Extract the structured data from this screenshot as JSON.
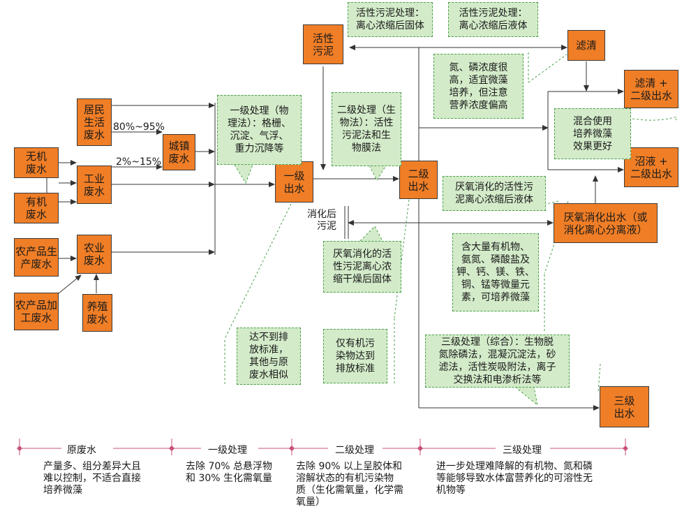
{
  "nodes": {
    "wuji": "无机\n废水",
    "youji": "有机\n废水",
    "jumin": "居民\n生活\n废水",
    "gongye": "工业\n废水",
    "chengzhen": "城镇\n废水",
    "ncp_sheng": "农产品生\n产废水",
    "ncp_jia": "农产品加\n工废水",
    "nongye": "农业\n废水",
    "yangzhi": "养殖\n废水",
    "yiji": "一级\n出水",
    "erji": "二级\n出水",
    "huoxing": "活性\n污泥",
    "lvqing": "滤清",
    "lvqing_erji": "滤清 +\n二级出水",
    "zhaoye_erji": "沼液 +\n二级出水",
    "yanyang": "厌氧消化出水（或\n消化离心分离液）",
    "sanji": "三级\n出水"
  },
  "notes": {
    "huoxing_solid": "活性污泥处理：\n离心浓缩后固体",
    "huoxing_liquid": "活性污泥处理：\n离心浓缩后液体",
    "danlin": "氮、磷浓度很\n高，适宜微藻\n培养，但注意\n营养浓度偏高",
    "hunhe": "混合使用\n培养微藻\n效果更好",
    "yiji_treat": "一级处理（物\n理法）：格栅、\n沉淀、气浮、\n重力沉降等",
    "erji_treat": "二级处理（生\n物法）：活性\n污泥法和生\n物膜法",
    "yanyang_liquid": "厌氧消化的活性污\n泥离心浓缩后液体",
    "yanyang_solid": "厌氧消化的活\n性污泥离心浓\n缩干燥后固体",
    "nutrients": "含大量有机物、\n氨氮、磷酸盐及\n钾、钙、镁、铁、\n铜、锰等微量元\n素，可培养微藻",
    "not_standard": "达不到排\n放标准，\n其他与原\n废水相似",
    "organic_only": "仅有机污\n染物达到\n排放标准",
    "sanji_treat": "三级处理（综合）：生物脱\n氮除磷法，混凝沉淀法，砂\n滤法，活性炭吸附法，离子\n交换法和电渗析法等"
  },
  "labels": {
    "pct1": "80%~95%",
    "pct2": "2%~15%",
    "sludge": "消化后\n污泥"
  },
  "stages": {
    "s1": "原废水",
    "s2": "一级处理",
    "s3": "二级处理",
    "s4": "三级处理"
  },
  "descriptions": {
    "d1": "产量多、组分差异大且\n难以控制，不适合直接\n培养微藻",
    "d2": "去除 70% 总悬浮物\n和 30% 生化需氧量",
    "d3": "去除 90% 以上呈胶体和\n溶解状态的有机污染物\n质（生化需氧量，化学需\n氧量）",
    "d4": "进一步处理难降解的有机物、氮和磷\n等能够导致水体富营养化的可溶性无\n机物等"
  },
  "colors": {
    "box_fill": "#f07e26",
    "note_fill": "#d3ebc9",
    "note_border": "#4aa04a",
    "stage_line": "#c8507a",
    "arrow": "#333333"
  }
}
